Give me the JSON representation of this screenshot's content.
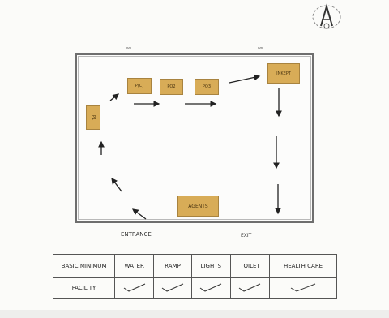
{
  "document": {
    "header_top": "",
    "header_line": "",
    "logo": {
      "icon": "institution-emblem-icon",
      "letter": "A"
    }
  },
  "plan": {
    "wall_tags": [
      "ws",
      "ws"
    ],
    "stations": [
      {
        "id": "p1",
        "label": "P1",
        "icon": "station-icon"
      },
      {
        "id": "p2",
        "label": "P(C)",
        "icon": "station-icon"
      },
      {
        "id": "p3",
        "label": "PO2",
        "icon": "station-icon"
      },
      {
        "id": "p4",
        "label": "PO3",
        "icon": "station-icon"
      },
      {
        "id": "p5",
        "label": "INKEPT",
        "icon": "station-icon"
      },
      {
        "id": "agents",
        "label": "AGENTS",
        "icon": "station-icon"
      }
    ],
    "entrance_label": "ENTRANCE",
    "exit_label": "EXIT",
    "colors": {
      "station_fill": "#d8ac57",
      "wall": "#6e6e6e"
    }
  },
  "facility_table": {
    "header_cells": [
      "BASIC MINIMUM",
      "WATER",
      "RAMP",
      "LIGHTS",
      "TOILET",
      "HEALTH CARE"
    ],
    "row_label": "FACILITY",
    "row_marks": [
      "check",
      "check",
      "check",
      "check",
      "check"
    ]
  }
}
